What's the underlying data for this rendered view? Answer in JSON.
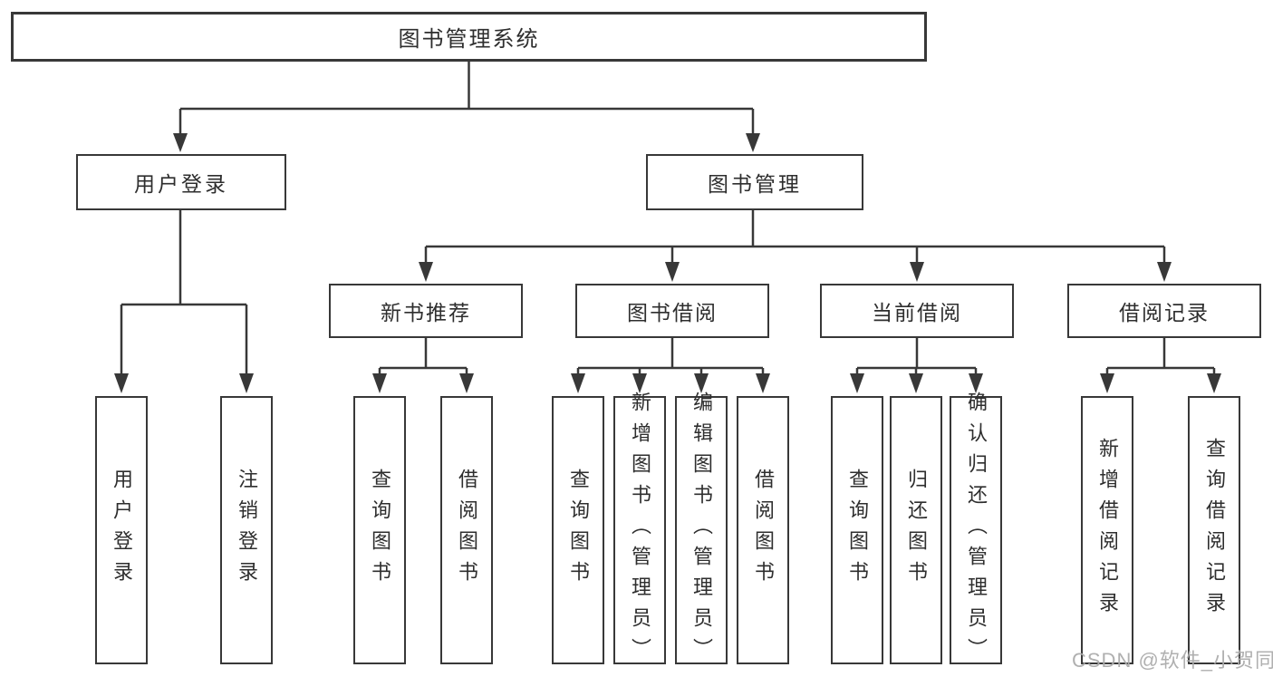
{
  "tree": {
    "root": {
      "label": "图书管理系统"
    },
    "branches": [
      {
        "label": "用户登录",
        "leaves": [
          {
            "label": "用户登录"
          },
          {
            "label": "注销登录"
          }
        ]
      },
      {
        "label": "图书管理",
        "groups": [
          {
            "label": "新书推荐",
            "leaves": [
              {
                "label": "查询图书"
              },
              {
                "label": "借阅图书"
              }
            ]
          },
          {
            "label": "图书借阅",
            "leaves": [
              {
                "label": "查询图书"
              },
              {
                "label": "新增图书（管理员）"
              },
              {
                "label": "编辑图书（管理员）"
              },
              {
                "label": "借阅图书"
              }
            ]
          },
          {
            "label": "当前借阅",
            "leaves": [
              {
                "label": "查询图书"
              },
              {
                "label": "归还图书"
              },
              {
                "label": "确认归还（管理员）"
              }
            ]
          },
          {
            "label": "借阅记录",
            "leaves": [
              {
                "label": "新增借阅记录"
              },
              {
                "label": "查询借阅记录"
              }
            ]
          }
        ]
      }
    ]
  },
  "watermark": {
    "text": "CSDN @软件_小贺同学"
  },
  "colors": {
    "line": "#383838",
    "box_border": "#383838",
    "text": "#2e2e2e",
    "watermark": "#acacac",
    "background": "#ffffff"
  }
}
